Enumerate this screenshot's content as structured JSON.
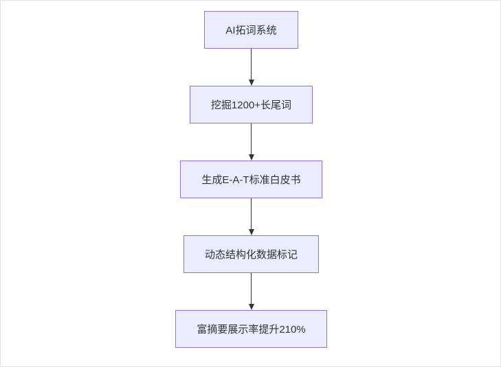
{
  "diagram": {
    "type": "flowchart",
    "direction": "top-down",
    "nodes": [
      {
        "id": "A",
        "label": "AI拓词系统"
      },
      {
        "id": "B",
        "label": "挖掘1200+长尾词"
      },
      {
        "id": "C",
        "label": "生成E-A-T标准白皮书"
      },
      {
        "id": "D",
        "label": "动态结构化数据标记"
      },
      {
        "id": "E",
        "label": "富摘要展示率提升210%"
      }
    ],
    "edges": [
      {
        "from": "A",
        "to": "B"
      },
      {
        "from": "B",
        "to": "C"
      },
      {
        "from": "C",
        "to": "D"
      },
      {
        "from": "D",
        "to": "E"
      }
    ],
    "colors": {
      "node_fill": "#ECECFF",
      "node_border": "#9370DB",
      "text": "#333333",
      "arrow": "#333333",
      "background": "#ffffff"
    }
  }
}
